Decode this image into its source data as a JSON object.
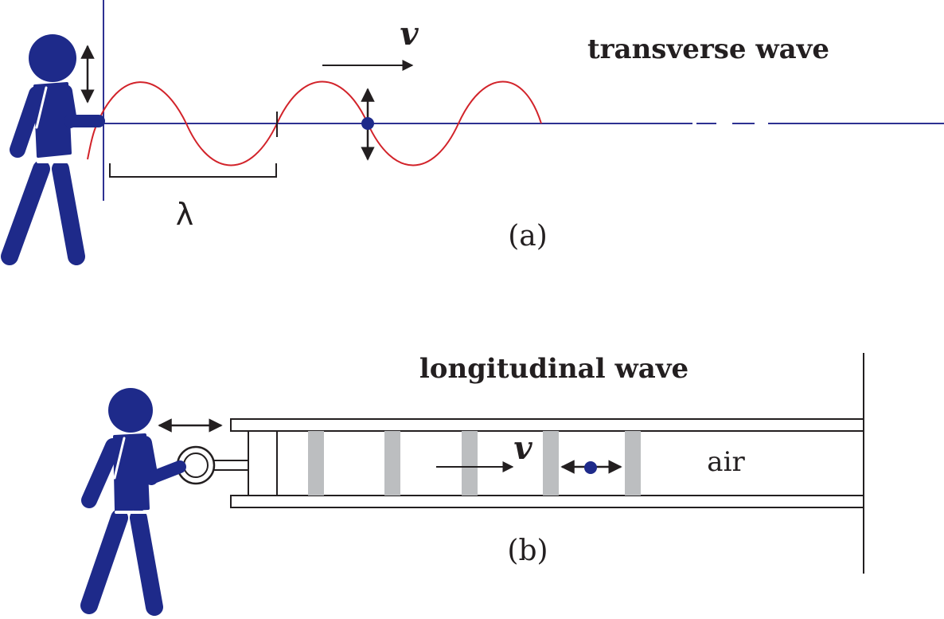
{
  "diagram": {
    "panel_a": {
      "title": "transverse wave",
      "caption": "(a)",
      "velocity_label": "v",
      "wavelength_label": "λ"
    },
    "panel_b": {
      "title": "longitudinal wave",
      "caption": "(b)",
      "velocity_label": "v",
      "medium_label": "air"
    },
    "colors": {
      "figure": "#1e2a8a",
      "wave": "#d2232a",
      "string": "#2e3192",
      "compression": "#bcbec0",
      "ink": "#231f20"
    },
    "icons": [
      "walking-person-icon",
      "double-arrow-icon",
      "particle-dot-icon",
      "piston-ring-icon"
    ]
  }
}
